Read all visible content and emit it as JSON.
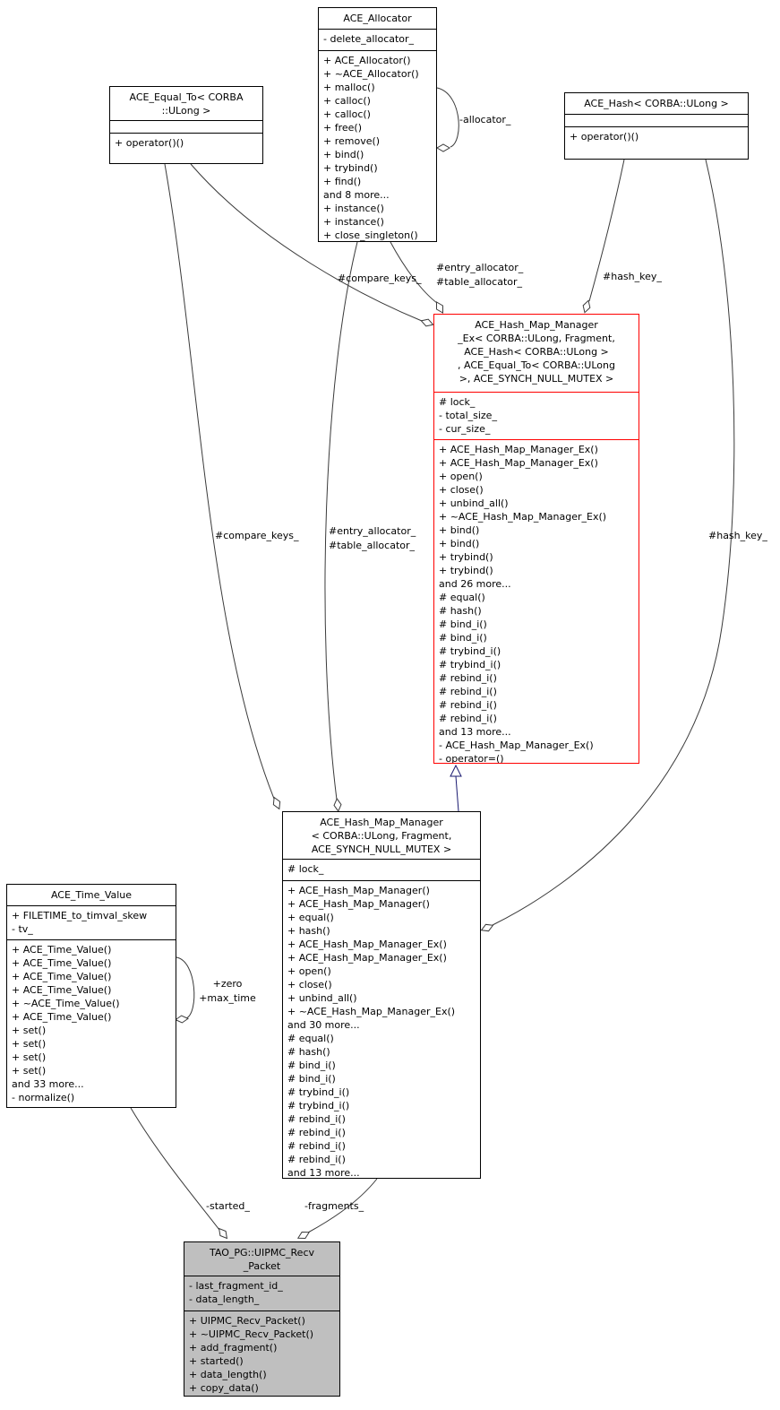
{
  "classes": {
    "allocator": {
      "title": "ACE_Allocator",
      "attributes": [
        "- delete_allocator_"
      ],
      "methods": [
        "+ ACE_Allocator()",
        "+ ~ACE_Allocator()",
        "+ malloc()",
        "+ calloc()",
        "+ calloc()",
        "+ free()",
        "+ remove()",
        "+ bind()",
        "+ trybind()",
        "+ find()",
        "and 8 more...",
        "+ instance()",
        "+ instance()",
        "+ close_singleton()"
      ]
    },
    "equal_to": {
      "title": "ACE_Equal_To< CORBA\n::ULong >",
      "attributes": [],
      "methods": [
        "+ operator()()"
      ]
    },
    "hash": {
      "title": "ACE_Hash< CORBA::ULong >",
      "attributes": [],
      "methods": [
        "+ operator()()"
      ]
    },
    "hash_map_manager_ex": {
      "title": "ACE_Hash_Map_Manager\n_Ex< CORBA::ULong, Fragment,\nACE_Hash< CORBA::ULong >\n, ACE_Equal_To< CORBA::ULong\n>, ACE_SYNCH_NULL_MUTEX >",
      "attributes": [
        "# lock_",
        "- total_size_",
        "- cur_size_"
      ],
      "methods": [
        "+ ACE_Hash_Map_Manager_Ex()",
        "+ ACE_Hash_Map_Manager_Ex()",
        "+ open()",
        "+ close()",
        "+ unbind_all()",
        "+ ~ACE_Hash_Map_Manager_Ex()",
        "+ bind()",
        "+ bind()",
        "+ trybind()",
        "+ trybind()",
        "and 26 more...",
        "# equal()",
        "# hash()",
        "# bind_i()",
        "# bind_i()",
        "# trybind_i()",
        "# trybind_i()",
        "# rebind_i()",
        "# rebind_i()",
        "# rebind_i()",
        "# rebind_i()",
        "and 13 more...",
        "- ACE_Hash_Map_Manager_Ex()",
        "- operator=()"
      ]
    },
    "hash_map_manager": {
      "title": "ACE_Hash_Map_Manager\n< CORBA::ULong, Fragment,\nACE_SYNCH_NULL_MUTEX >",
      "attributes": [
        "# lock_"
      ],
      "methods": [
        "+ ACE_Hash_Map_Manager()",
        "+ ACE_Hash_Map_Manager()",
        "+ equal()",
        "+ hash()",
        "+ ACE_Hash_Map_Manager_Ex()",
        "+ ACE_Hash_Map_Manager_Ex()",
        "+ open()",
        "+ close()",
        "+ unbind_all()",
        "+ ~ACE_Hash_Map_Manager_Ex()",
        "and 30 more...",
        "# equal()",
        "# hash()",
        "# bind_i()",
        "# bind_i()",
        "# trybind_i()",
        "# trybind_i()",
        "# rebind_i()",
        "# rebind_i()",
        "# rebind_i()",
        "# rebind_i()",
        "and 13 more..."
      ]
    },
    "time_value": {
      "title": "ACE_Time_Value",
      "attributes": [
        "+ FILETIME_to_timval_skew",
        "- tv_"
      ],
      "methods": [
        "+ ACE_Time_Value()",
        "+ ACE_Time_Value()",
        "+ ACE_Time_Value()",
        "+ ACE_Time_Value()",
        "+ ~ACE_Time_Value()",
        "+ ACE_Time_Value()",
        "+ set()",
        "+ set()",
        "+ set()",
        "+ set()",
        "and 33 more...",
        "- normalize()"
      ]
    },
    "uipmc_recv_packet": {
      "title": "TAO_PG::UIPMC_Recv\n_Packet",
      "attributes": [
        "- last_fragment_id_",
        "- data_length_"
      ],
      "methods": [
        "+ UIPMC_Recv_Packet()",
        "+ ~UIPMC_Recv_Packet()",
        "+ add_fragment()",
        "+ started()",
        "+ data_length()",
        "+ copy_data()"
      ]
    }
  },
  "edge_labels": {
    "allocator_self": "-allocator_",
    "compare_keys_ex": "#compare_keys_",
    "entry_table_ex": "#entry_allocator_\n#table_allocator_",
    "hash_key_ex": "#hash_key_",
    "compare_keys_mgr": "#compare_keys_",
    "entry_table_mgr": "#entry_allocator_\n#table_allocator_",
    "hash_key_mgr": "#hash_key_",
    "zero_max_time": "+zero\n+max_time",
    "started": "-started_",
    "fragments": "-fragments_"
  },
  "colors": {
    "highlight_box_border": "#ff0000",
    "box_border": "#000000",
    "current_node_fill": "#bfbfbf",
    "inheritance_edge": "#191970",
    "usage_edge": "#3a3a3a"
  }
}
